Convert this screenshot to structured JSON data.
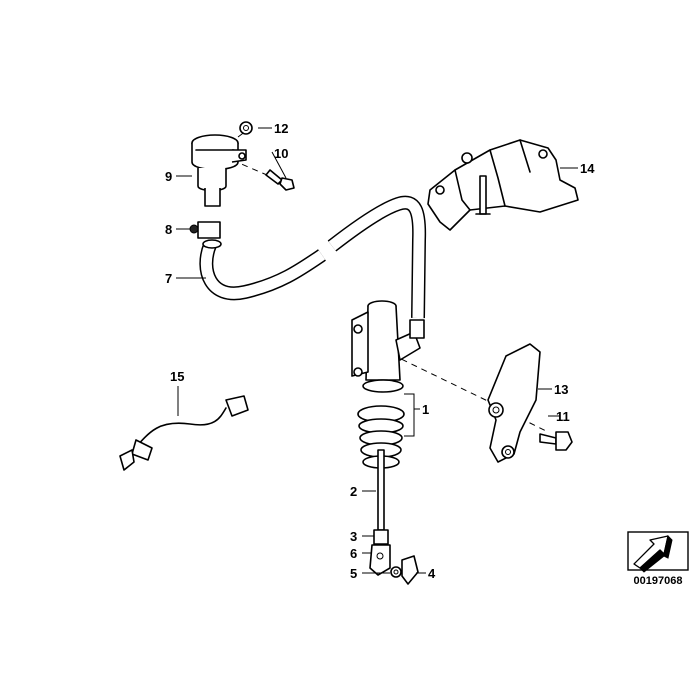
{
  "labels": {
    "p1": "1",
    "p2": "2",
    "p3": "3",
    "p4": "4",
    "p5": "5",
    "p6": "6",
    "p7": "7",
    "p8": "8",
    "p9": "9",
    "p10": "10",
    "p11": "11",
    "p12": "12",
    "p13": "13",
    "p14": "14",
    "p15": "15"
  },
  "diagram_code": "00197068"
}
